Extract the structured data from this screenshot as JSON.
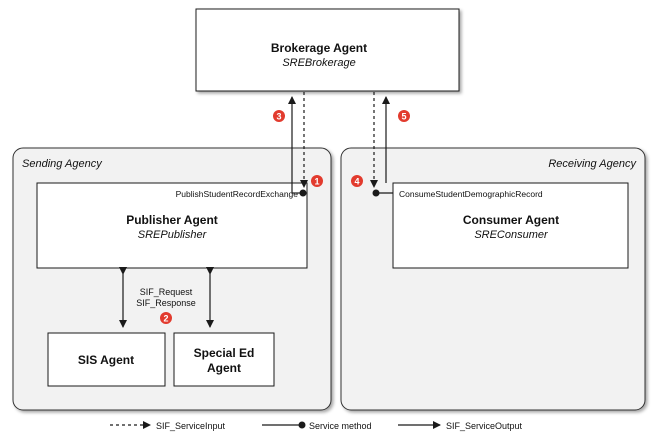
{
  "brokerage": {
    "name": "Brokerage Agent",
    "service": "SREBrokerage"
  },
  "sending": {
    "label": "Sending Agency",
    "publisher_name": "Publisher Agent",
    "publisher_service": "SREPublisher",
    "service_method": "PublishStudentRecordExchange",
    "request_line1": "SIF_Request",
    "request_line2": "SIF_Response",
    "sis_agent": "SIS Agent",
    "special_line1": "Special Ed",
    "special_line2": "Agent"
  },
  "receiving": {
    "label": "Receiving Agency",
    "consumer_name": "Consumer Agent",
    "consumer_service": "SREConsumer",
    "service_method": "ConsumeStudentDemographicRecord"
  },
  "steps": {
    "s1": "1",
    "s2": "2",
    "s3": "3",
    "s4": "4",
    "s5": "5"
  },
  "legend": {
    "input": "SIF_ServiceInput",
    "method": "Service method",
    "output": "SIF_ServiceOutput"
  },
  "colors": {
    "badge": "#e23b2e",
    "agency_fill": "#f2f2f2",
    "line": "#1a1a1a"
  }
}
